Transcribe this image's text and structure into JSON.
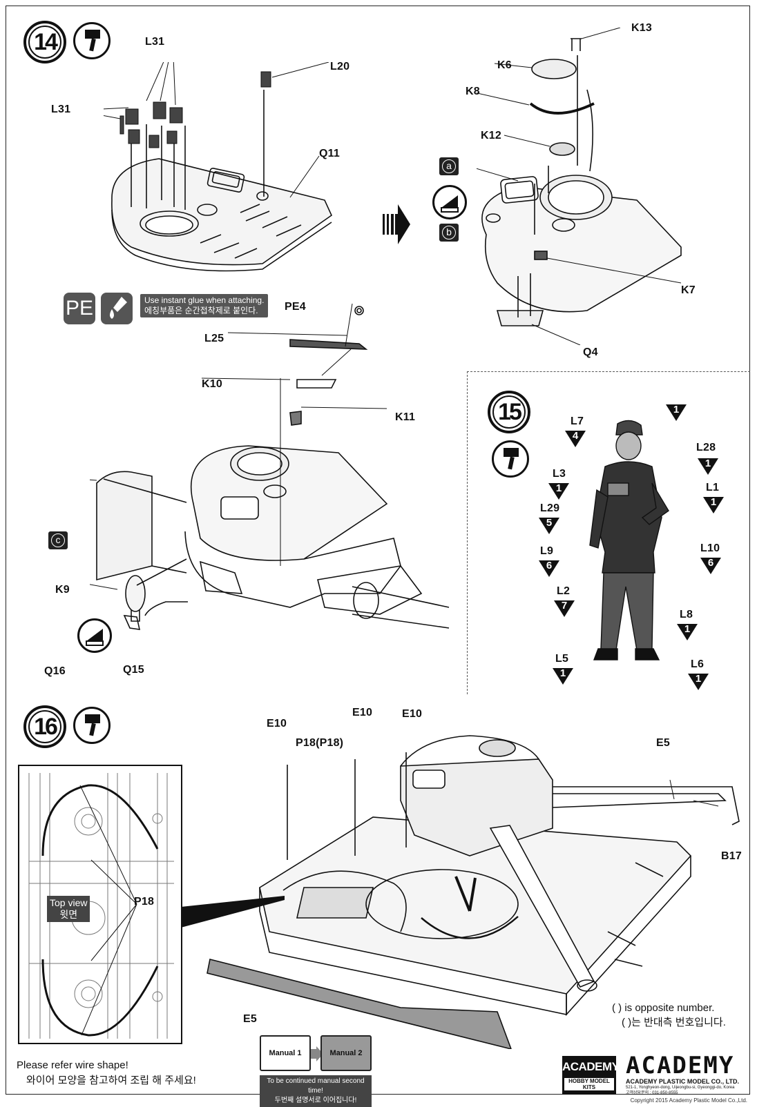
{
  "steps": {
    "s14": "14",
    "s15": "15",
    "s16": "16"
  },
  "parts_14": {
    "l31_top": "L31",
    "l31_left": "L31",
    "l20": "L20",
    "q11": "Q11",
    "k13": "K13",
    "k6": "K6",
    "k8": "K8",
    "k12": "K12",
    "k7": "K7",
    "q4": "Q4",
    "pe4": "PE4",
    "l25": "L25",
    "k10": "K10",
    "k11": "K11",
    "k9": "K9",
    "q16": "Q16",
    "q15": "Q15"
  },
  "markers": {
    "a": "a",
    "b": "b",
    "c": "c"
  },
  "pe_note": {
    "pe_label": "PE",
    "en": "Use instant glue when attaching.",
    "ko": "에칭부품은 순간접착제로 붙인다."
  },
  "figure_15": {
    "parts": [
      {
        "label": "L7",
        "count": "4"
      },
      {
        "label": "",
        "count": "1"
      },
      {
        "label": "L28",
        "count": "1"
      },
      {
        "label": "L3",
        "count": "1"
      },
      {
        "label": "L1",
        "count": "1"
      },
      {
        "label": "L29",
        "count": "5"
      },
      {
        "label": "L10",
        "count": "6"
      },
      {
        "label": "L9",
        "count": "6"
      },
      {
        "label": "L2",
        "count": "7"
      },
      {
        "label": "L8",
        "count": "1"
      },
      {
        "label": "L5",
        "count": "1"
      },
      {
        "label": "L6",
        "count": "1"
      }
    ]
  },
  "parts_16": {
    "e10_a": "E10",
    "e10_b": "E10",
    "e10_c": "E10",
    "p18p18": "P18(P18)",
    "e5_top": "E5",
    "e5_bottom": "E5",
    "b17": "B17",
    "p18": "P18",
    "top_view_en": "Top view",
    "top_view_ko": "윗면"
  },
  "notes": {
    "refer_en": "Please refer wire shape!",
    "refer_ko": "와이어 모양을 참고하여 조립 해 주세요!",
    "opp_en": "( ) is opposite number.",
    "opp_ko": "( )는 반대측 번호입니다.",
    "manual1": "Manual 1",
    "manual2": "Manual 2",
    "continue_en": "To be continued manual second time!",
    "continue_ko": "두번째 설명서로 이어집니다!"
  },
  "brand": {
    "badge_top": "ACADEMY",
    "badge_bottom": "HOBBY MODEL KITS",
    "logo": "ACADEMY",
    "company": "ACADEMY PLASTIC MODEL CO., LTD.",
    "address": "521-1, Yonghyeon-dong, Uijeongbu-si, Gyeonggi-do, Korea",
    "phone": "고객상담문의 : 031-850-8555",
    "copyright": "Copyright 2015 Academy Plastic Model Co.,Ltd."
  }
}
